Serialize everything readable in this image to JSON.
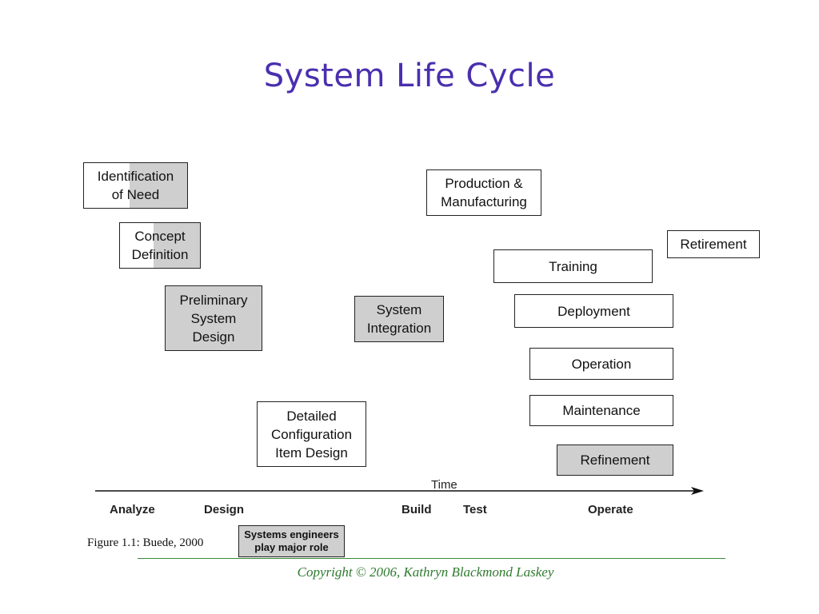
{
  "title": "System Life Cycle",
  "boxes": {
    "identification": "Identification\nof Need",
    "concept": "Concept\nDefinition",
    "preliminary": "Preliminary\nSystem\nDesign",
    "detailed": "Detailed\nConfiguration\nItem Design",
    "integration": "System\nIntegration",
    "production": "Production &\nManufacturing",
    "training": "Training",
    "deployment": "Deployment",
    "operation": "Operation",
    "maintenance": "Maintenance",
    "refinement": "Refinement",
    "retirement": "Retirement"
  },
  "axis": {
    "label": "Time",
    "phases": [
      "Analyze",
      "Design",
      "Build",
      "Test",
      "Operate"
    ]
  },
  "figure_caption": "Figure 1.1:  Buede, 2000",
  "legend": "Systems engineers\nplay major role",
  "copyright": "Copyright © 2006, Kathryn Blackmond Laskey",
  "colors": {
    "title": "#4a2fae",
    "shaded_box": "#cfcfcf",
    "copyright": "#2f7a2f"
  }
}
